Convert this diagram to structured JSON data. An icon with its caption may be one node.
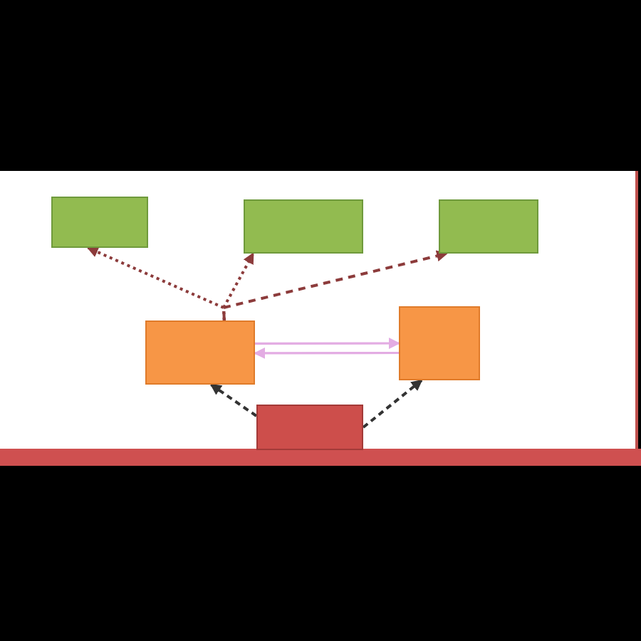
{
  "diagram": {
    "nodes": [
      {
        "text": [],
        "shape": "box"
      },
      {
        "text": [],
        "shape": "box"
      },
      {
        "text": [],
        "shape": "box"
      },
      {
        "text": [],
        "shape": "box"
      },
      {
        "text": [],
        "shape": "box"
      },
      {
        "text": [],
        "shape": "box"
      }
    ],
    "edges": [
      {
        "from": 3,
        "to": 0,
        "arrow": "to",
        "style": "dashed",
        "color": "#8c3b3b"
      },
      {
        "from": 3,
        "to": 1,
        "arrow": "to",
        "style": "dashed",
        "color": "#8c3b3b"
      },
      {
        "from": 3,
        "to": 2,
        "arrow": "to",
        "style": "dashed",
        "color": "#8c3b3b"
      },
      {
        "from": 3,
        "to": 4,
        "arrow": "to",
        "color": "#e3ace3"
      },
      {
        "from": 4,
        "to": 3,
        "arrow": "to",
        "color": "#e3ace3"
      },
      {
        "from": 5,
        "to": 3,
        "arrow": "to",
        "style": "dashed",
        "color": "#333333"
      },
      {
        "from": 5,
        "to": 4,
        "arrow": "to",
        "style": "dashed",
        "color": "#333333"
      }
    ]
  }
}
